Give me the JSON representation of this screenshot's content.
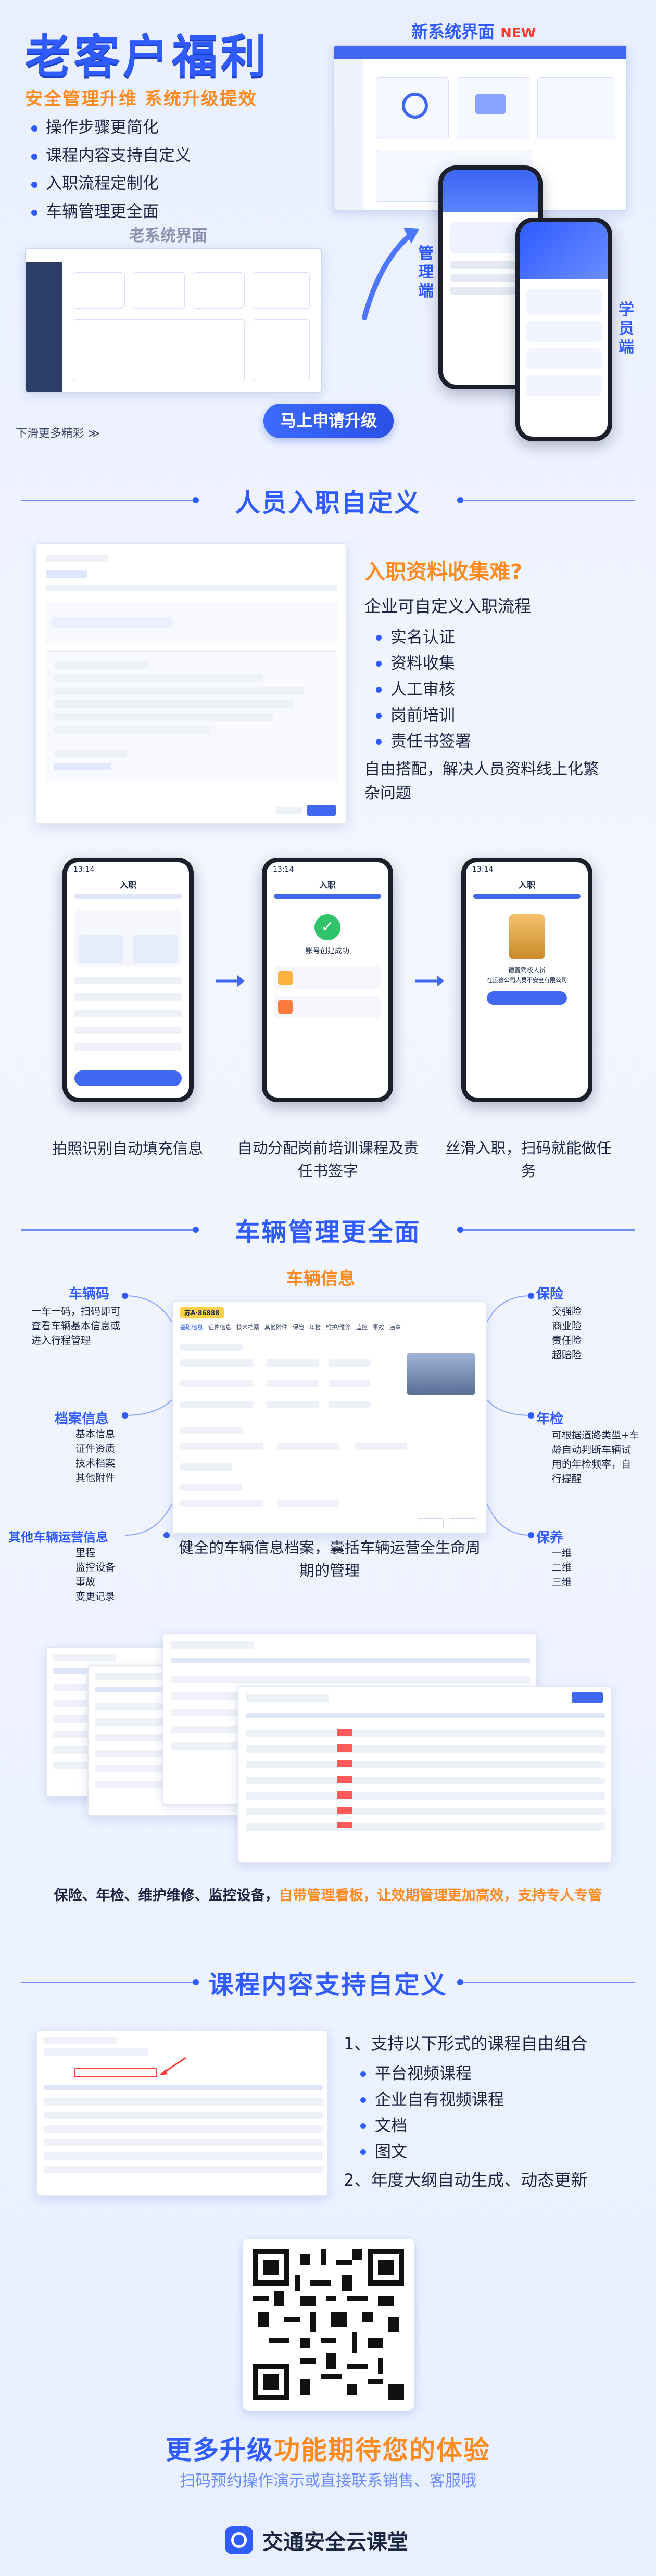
{
  "hero": {
    "title": "老客户福利",
    "subtitle": "安全管理升维 系统升级提效",
    "bullets": [
      "操作步骤更简化",
      "课程内容支持自定义",
      "入职流程定制化",
      "车辆管理更全面"
    ],
    "new_label": "新系统界面",
    "new_badge": "NEW",
    "old_label": "老系统界面",
    "admin_label": [
      "管",
      "理",
      "端"
    ],
    "student_label": [
      "学",
      "员",
      "端"
    ],
    "apply_button": "马上申请升级",
    "scroll_hint": "下滑更多精彩 ≫"
  },
  "onboarding": {
    "title": "人员入职自定义",
    "question": "入职资料收集难?",
    "intro": "企业可自定义入职流程",
    "steps": [
      "实名认证",
      "资料收集",
      "人工审核",
      "岗前培训",
      "责任书签署"
    ],
    "summary": "自由搭配，解决人员资料线上化繁杂问题",
    "phone_captions": [
      "拍照识别自动填充信息",
      "自动分配岗前培训课程及责任书签字",
      "丝滑入职，扫码就能做任务"
    ],
    "phone_title": "入职",
    "phone_time": "13:14",
    "phone2_success": "账号创建成功",
    "phone3_company": "德鑫驾校人员",
    "phone3_company2": "在运输公司人员不安全有限公司"
  },
  "vehicle": {
    "title": "车辆管理更全面",
    "center_label": "车辆信息",
    "plate": "苏A·86888",
    "tabs": [
      "基础信息",
      "证件信息",
      "技术档案",
      "其他附件",
      "保险",
      "年检",
      "维护/维修",
      "监控",
      "事故",
      "违章"
    ],
    "left_groups": [
      {
        "title": "车辆码",
        "items": [
          "一车一码，扫码即可查看车辆基本信息或进入行程管理"
        ]
      },
      {
        "title": "档案信息",
        "items": [
          "基本信息",
          "证件资质",
          "技术档案",
          "其他附件"
        ]
      },
      {
        "title": "其他车辆运营信息",
        "items": [
          "里程",
          "监控设备",
          "事故",
          "变更记录"
        ]
      }
    ],
    "right_groups": [
      {
        "title": "保险",
        "items": [
          "交强险",
          "商业险",
          "责任险",
          "超赔险"
        ]
      },
      {
        "title": "年检",
        "items": [
          "可根据道路类型+车龄自动判断车辆试用的年检频率，自行提醒"
        ]
      },
      {
        "title": "保养",
        "items": [
          "一维",
          "二维",
          "三维"
        ]
      }
    ],
    "caption": "健全的车辆信息档案，囊括车辆运营全生命周期的管理",
    "bottom_note_a": "保险、年检、维护维修、监控设备，",
    "bottom_note_b": "自带管理看板，让效期管理更加高效，支持专人专管"
  },
  "course": {
    "title": "课程内容支持自定义",
    "point1": "1、支持以下形式的课程自由组合",
    "items": [
      "平台视频课程",
      "企业自有视频课程",
      "文档",
      "图文"
    ],
    "point2": "2、年度大纲自动生成、动态更新"
  },
  "footer": {
    "headline_a": "更多升级",
    "headline_b": "功能期待您的体验",
    "sub": "扫码预约操作演示或直接联系销售、客服哦",
    "brand": "交通安全云课堂"
  },
  "colors": {
    "primary": "#2f5bff",
    "accent": "#ff8a1e"
  }
}
